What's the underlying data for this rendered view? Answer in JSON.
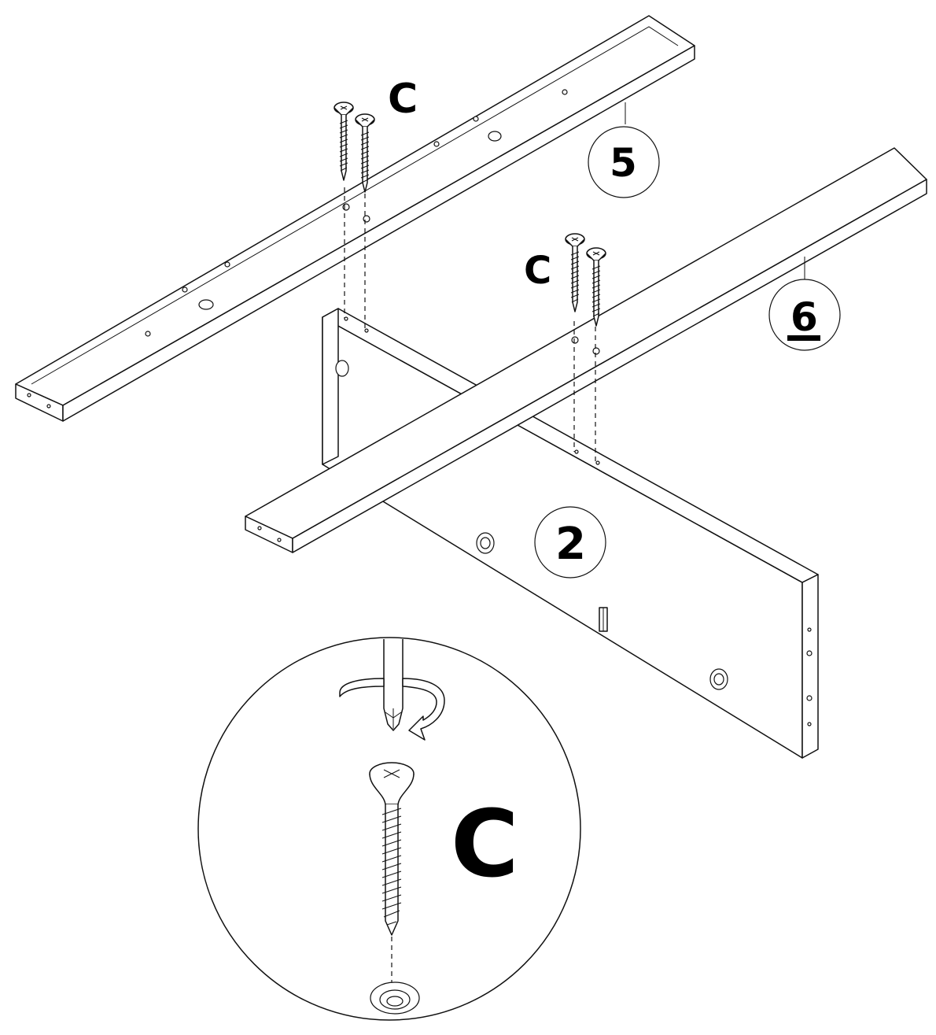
{
  "diagram": {
    "screw_label": "C",
    "parts": [
      {
        "id": "part-5",
        "number": "5",
        "underlined": false
      },
      {
        "id": "part-6",
        "number": "6",
        "underlined": true
      },
      {
        "id": "part-2",
        "number": "2",
        "underlined": false
      }
    ],
    "callouts": [
      {
        "id": "callout-top-left",
        "label": "C",
        "screws": 2
      },
      {
        "id": "callout-middle",
        "label": "C",
        "screws": 2
      },
      {
        "id": "callout-detail",
        "label": "C",
        "screws": 1
      }
    ],
    "line_color": "#111111",
    "background_color": "#ffffff"
  }
}
